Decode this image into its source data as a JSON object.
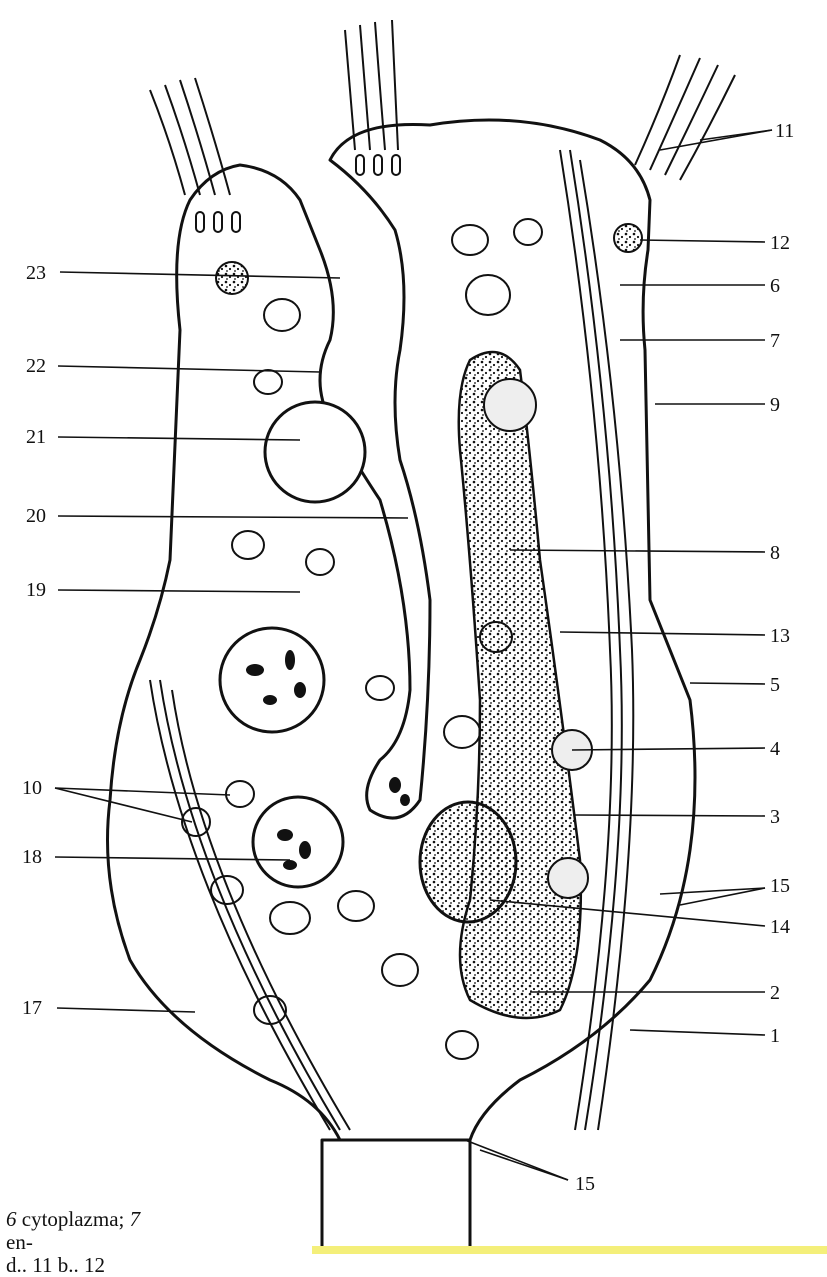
{
  "labels": {
    "left": [
      {
        "id": "23",
        "text": "23"
      },
      {
        "id": "22",
        "text": "22"
      },
      {
        "id": "21",
        "text": "21"
      },
      {
        "id": "20",
        "text": "20"
      },
      {
        "id": "19",
        "text": "19"
      },
      {
        "id": "10",
        "text": "10"
      },
      {
        "id": "18",
        "text": "18"
      },
      {
        "id": "17",
        "text": "17"
      }
    ],
    "right": [
      {
        "id": "11",
        "text": "11"
      },
      {
        "id": "12",
        "text": "12"
      },
      {
        "id": "6",
        "text": "6"
      },
      {
        "id": "7",
        "text": "7"
      },
      {
        "id": "9",
        "text": "9"
      },
      {
        "id": "8",
        "text": "8"
      },
      {
        "id": "13",
        "text": "13"
      },
      {
        "id": "5",
        "text": "5"
      },
      {
        "id": "4",
        "text": "4"
      },
      {
        "id": "3",
        "text": "3"
      },
      {
        "id": "15a",
        "text": "15"
      },
      {
        "id": "14",
        "text": "14"
      },
      {
        "id": "2",
        "text": "2"
      },
      {
        "id": "1",
        "text": "1"
      },
      {
        "id": "15b",
        "text": "15"
      }
    ]
  },
  "caption": {
    "line1_num": "6",
    "line1_text": " cytoplazma;  ",
    "line1_num2": "7",
    "line1_text2": " en-",
    "line2_text": "d..   11 b..   12"
  },
  "colors": {
    "ink": "#111111",
    "paper": "#ffffff",
    "strip": "#f4ef7a"
  }
}
